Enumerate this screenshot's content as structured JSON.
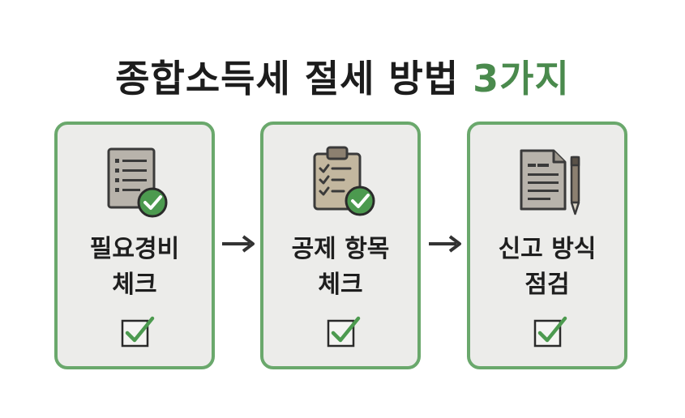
{
  "title": {
    "main": "종합소득세 절세 방법",
    "accent": "3가지"
  },
  "steps": [
    {
      "line1": "필요경비",
      "line2": "체크",
      "icon": "document-check-icon"
    },
    {
      "line1": "공제 항목",
      "line2": "체크",
      "icon": "clipboard-checklist-icon"
    },
    {
      "line1": "신고 방식",
      "line2": "점검",
      "icon": "document-pen-icon"
    }
  ],
  "colors": {
    "accent": "#4a8a4d",
    "border": "#6aa86c",
    "card": "#ececea",
    "check": "#4c9a4f",
    "text": "#1e1e1e"
  }
}
